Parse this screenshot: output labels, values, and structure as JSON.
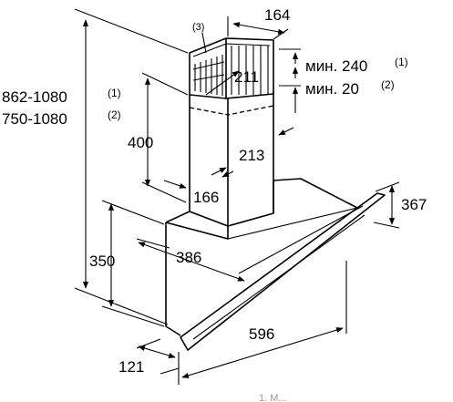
{
  "labels": {
    "chimney_width": "164",
    "note3": "(3)",
    "chimney_inner": "211",
    "min_top": "мин. 240",
    "min_top_ref": "(1)",
    "min_gap": "мин. 20",
    "min_gap_ref": "(2)",
    "range1": "862-1080",
    "range1_ref": "(1)",
    "range2": "750-1080",
    "range2_ref": "(2)",
    "chimney_height": "400",
    "chimney_depth": "213",
    "chimney_front": "166",
    "glass_height": "367",
    "hood_depth": "386",
    "body_height": "350",
    "hood_width": "596",
    "foot_depth": "121",
    "footnote": "1. М..."
  }
}
